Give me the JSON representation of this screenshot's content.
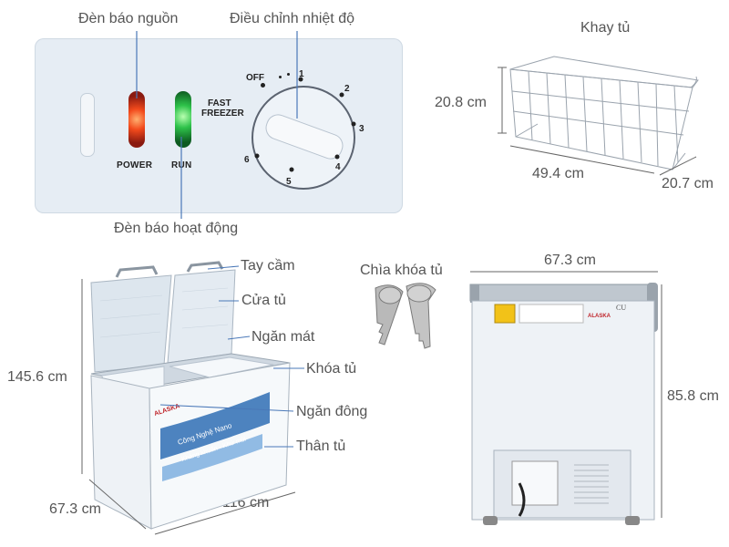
{
  "top_labels": {
    "power_light": "Đèn báo nguồn",
    "temp_control": "Điều chỉnh nhiệt độ",
    "run_light": "Đèn báo hoạt động",
    "tray": "Khay tủ"
  },
  "panel": {
    "power": "POWER",
    "run": "RUN",
    "fast": "FAST",
    "freezer": "FREEZER",
    "off": "OFF",
    "dial_numbers": [
      "1",
      "2",
      "3",
      "4",
      "5",
      "6"
    ]
  },
  "tray_dims": {
    "height": "20.8 cm",
    "length": "49.4 cm",
    "width": "20.7 cm"
  },
  "freezer_parts": [
    "Tay cầm",
    "Cửa tủ",
    "Ngăn mát",
    "Khóa tủ",
    "Ngăn đông",
    "Thân tủ"
  ],
  "freezer_dims": {
    "height": "145.6 cm",
    "depth": "67.3 cm",
    "width": "116 cm"
  },
  "key_label": "Chìa khóa tủ",
  "side_dims": {
    "top": "67.3 cm",
    "height": "85.8 cm"
  },
  "front_text": {
    "brand": "ALASKA",
    "slogan1": "Công Nghệ Nano",
    "slogan2": "Kháng khuẩn - Khử mùi"
  },
  "side_text": {
    "brand": "ALASKA",
    "cu": "CU"
  },
  "colors": {
    "red_lamp": "#f24a1c",
    "green_lamp": "#2ec24a",
    "cabinet_blue": "#2f6fb4"
  }
}
